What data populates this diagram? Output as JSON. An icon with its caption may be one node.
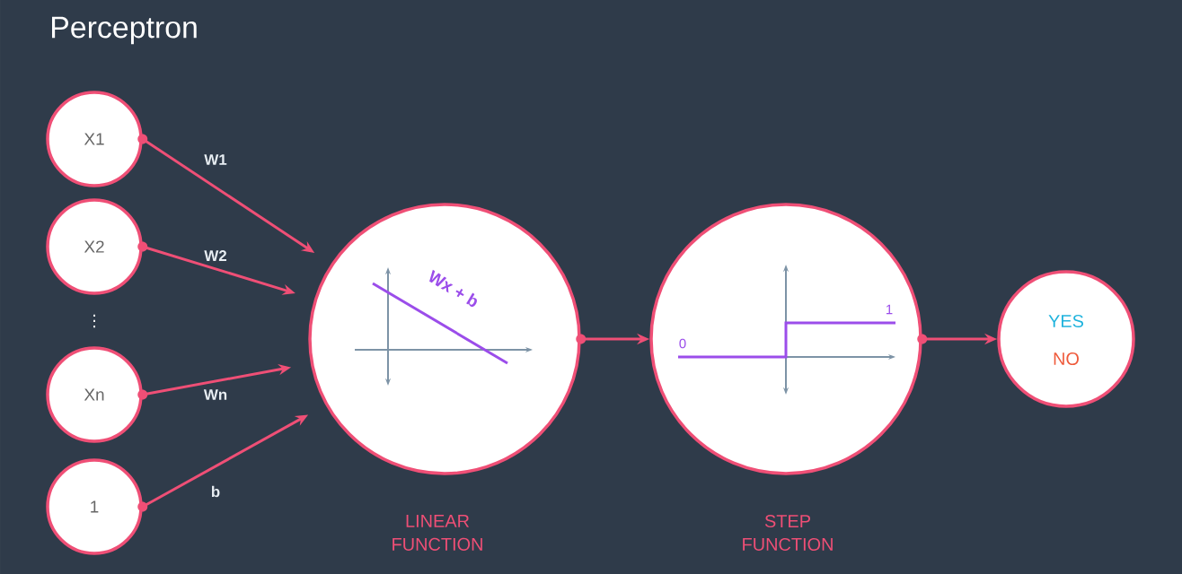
{
  "diagram": {
    "title": "Perceptron",
    "nodes": [
      {
        "text": [
          "X1"
        ]
      },
      {
        "text": [
          "X2"
        ]
      },
      {
        "text": [
          "Xn"
        ]
      },
      {
        "text": [
          "1"
        ]
      },
      {
        "text": [
          "Wx + b",
          "LINEAR FUNCTION"
        ]
      },
      {
        "text": [
          "0",
          "1",
          "STEP FUNCTION"
        ]
      },
      {
        "text": [
          "YES",
          "NO"
        ]
      }
    ],
    "edges": [
      {
        "from": 0,
        "to": 4,
        "arrow": "to",
        "label": "W1"
      },
      {
        "from": 1,
        "to": 4,
        "arrow": "to",
        "label": "W2"
      },
      {
        "from": 2,
        "to": 4,
        "arrow": "to",
        "label": "Wn"
      },
      {
        "from": 3,
        "to": 4,
        "arrow": "to",
        "label": "b"
      },
      {
        "from": 4,
        "to": 5,
        "arrow": "to"
      },
      {
        "from": 5,
        "to": 6,
        "arrow": "to"
      }
    ],
    "labels": [
      "⋮"
    ]
  }
}
